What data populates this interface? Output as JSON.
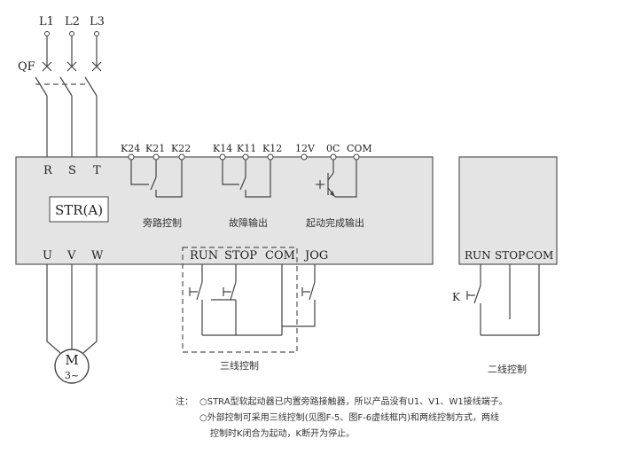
{
  "supply": {
    "L1": "L1",
    "L2": "L2",
    "L3": "L3",
    "breaker": "QF"
  },
  "controller": {
    "model": "STR(A)",
    "input_terminals": [
      "R",
      "S",
      "T"
    ],
    "output_terminals": [
      "U",
      "V",
      "W"
    ],
    "relay_terminals": [
      "K24",
      "K21",
      "K22",
      "K14",
      "K11",
      "K12",
      "12V",
      "0C",
      "COM"
    ],
    "functions": [
      "旁路控制",
      "故障输出",
      "起动完成输出"
    ],
    "control_terminals": [
      "RUN",
      "STOP",
      "COM",
      "JOG"
    ]
  },
  "motor": {
    "symbol": "M",
    "phase": "3~"
  },
  "two_wire_box": {
    "terminals": [
      "RUN",
      "STOP",
      "COM"
    ],
    "switch_label": "K"
  },
  "labels": {
    "three_wire": "三线控制",
    "two_wire": "二线控制"
  },
  "notes": {
    "prefix": "注：",
    "line1": "○STRA型软起动器已内置旁路接触器，所以产品没有U1、V1、W1接线端子。",
    "line2": "○外部控制可采用三线控制(见图F-5、图F-6虚线框内)和两线控制方式，两线",
    "line3": "控制时K闭合为起动，K断开为停止。"
  }
}
